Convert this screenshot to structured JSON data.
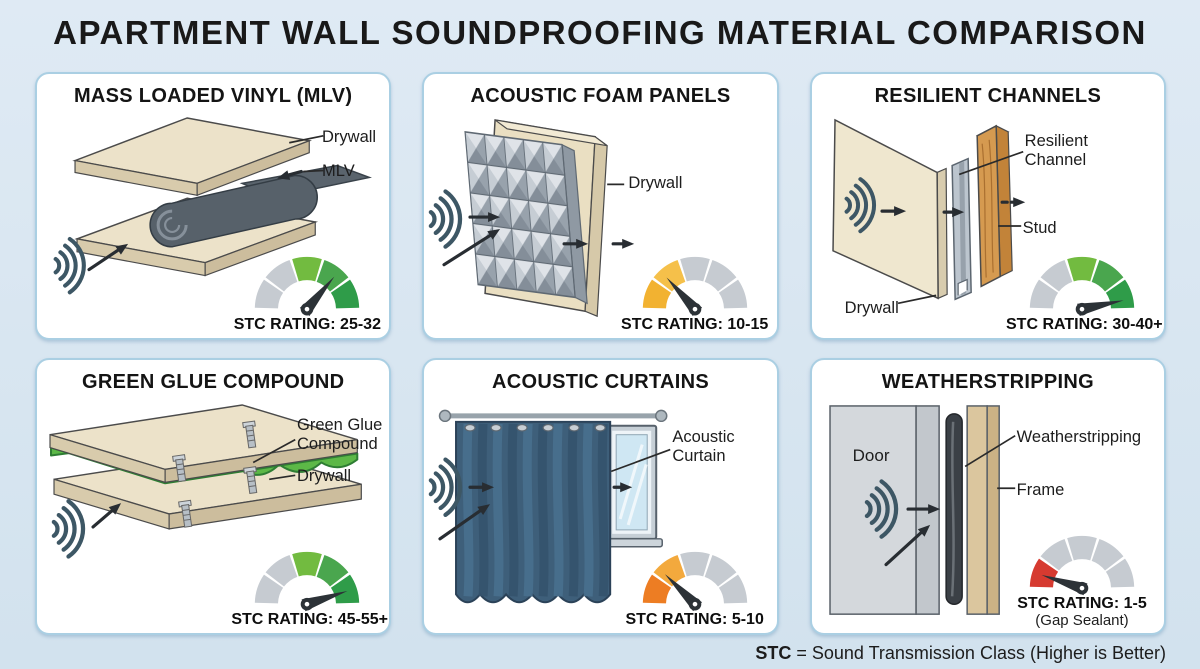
{
  "header": {
    "title": "APARTMENT WALL SOUNDPROOFING MATERIAL COMPARISON"
  },
  "footer": {
    "abbr": "STC",
    "text": " = Sound Transmission Class (Higher is Better)"
  },
  "gauge_palette": {
    "inactive": "#c6cbd1",
    "green_low": "#72bb40",
    "green_mid": "#4aa64e",
    "green_high": "#2f9c49",
    "yellow": "#f2b231",
    "amber": "#f3a93d",
    "orange": "#ed7d23",
    "red": "#d63a30",
    "needle": "#2c3237"
  },
  "panels": [
    {
      "title": "MASS LOADED VINYL (MLV)",
      "labels": [
        "Drywall",
        "MLV"
      ],
      "stc": "STC RATING: 25-32",
      "gauge": {
        "segments": [
          "#c6cbd1",
          "#c6cbd1",
          "#72bb40",
          "#4aa64e",
          "#2f9c49"
        ],
        "needle_deg": 40
      }
    },
    {
      "title": "ACOUSTIC FOAM PANELS",
      "labels": [
        "Drywall"
      ],
      "stc": "STC RATING: 10-15",
      "gauge": {
        "segments": [
          "#f2b231",
          "#f5c04a",
          "#c6cbd1",
          "#c6cbd1",
          "#c6cbd1"
        ],
        "needle_deg": -42
      }
    },
    {
      "title": "RESILIENT CHANNELS",
      "labels": [
        "Resilient\nChannel",
        "Stud",
        "Drywall"
      ],
      "stc": "STC RATING: 30-40+",
      "gauge": {
        "segments": [
          "#c6cbd1",
          "#c6cbd1",
          "#72bb40",
          "#4aa64e",
          "#2f9c49"
        ],
        "needle_deg": 78
      }
    },
    {
      "title": "GREEN GLUE COMPOUND",
      "labels": [
        "Green Glue\nCompound",
        "Drywall"
      ],
      "stc": "STC RATING: 45-55+",
      "gauge": {
        "segments": [
          "#c6cbd1",
          "#c6cbd1",
          "#72bb40",
          "#4aa64e",
          "#2f9c49"
        ],
        "needle_deg": 72
      }
    },
    {
      "title": "ACOUSTIC CURTAINS",
      "labels": [
        "Acoustic\nCurtain"
      ],
      "stc": "STC RATING: 5-10",
      "gauge": {
        "segments": [
          "#ed7d23",
          "#f3a93d",
          "#c6cbd1",
          "#c6cbd1",
          "#c6cbd1"
        ],
        "needle_deg": -45
      }
    },
    {
      "title": "WEATHERSTRIPPING",
      "labels": [
        "Weatherstripping",
        "Frame",
        "Door"
      ],
      "stc": "STC RATING: 1-5",
      "stc_note": "(Gap Sealant)",
      "gauge": {
        "segments": [
          "#d63a30",
          "#c6cbd1",
          "#c6cbd1",
          "#c6cbd1",
          "#c6cbd1"
        ],
        "needle_deg": -72
      }
    }
  ]
}
